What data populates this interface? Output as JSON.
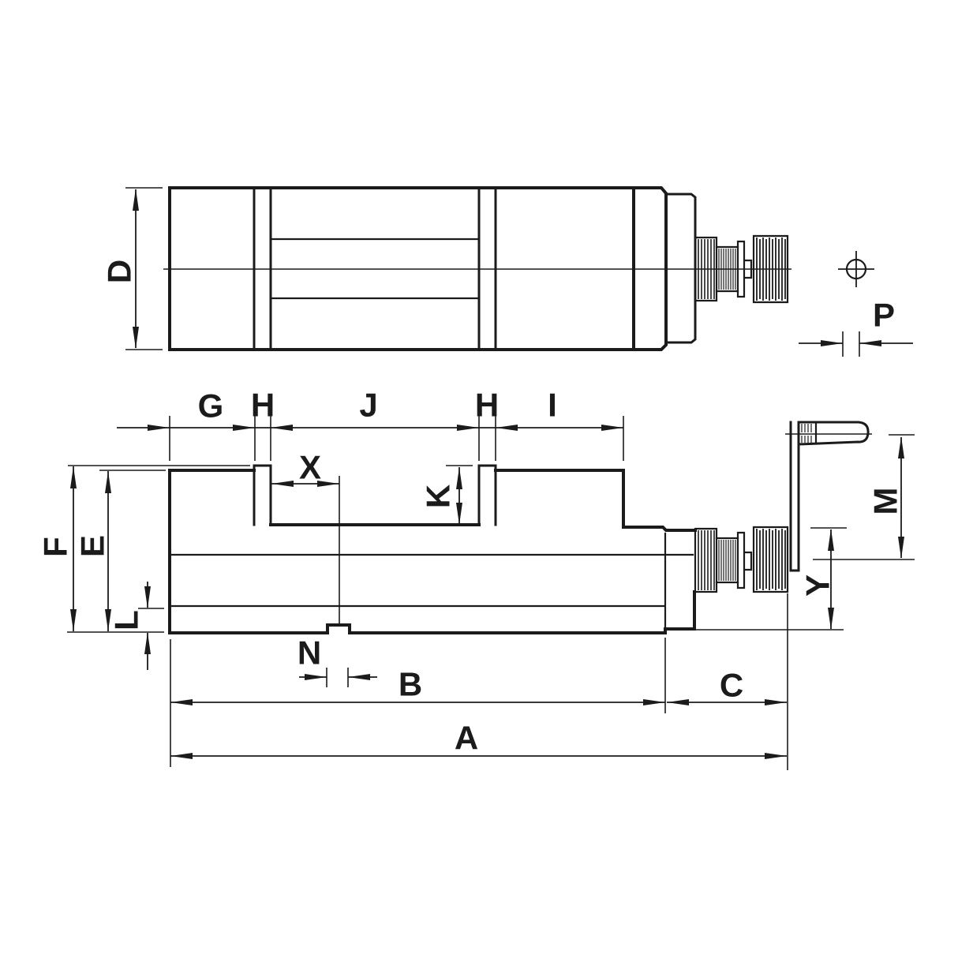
{
  "colors": {
    "ink": "#1b1b1b",
    "background": "#ffffff"
  },
  "drawing": {
    "type": "technical-dimension-drawing",
    "views": [
      "top-view",
      "side-view"
    ]
  },
  "labels": {
    "d": "D",
    "p": "P",
    "g": "G",
    "h1": "H",
    "j": "J",
    "h2": "H",
    "i": "I",
    "x": "X",
    "k": "K",
    "f": "F",
    "e": "E",
    "l": "L",
    "m": "M",
    "y": "Y",
    "n": "N",
    "b": "B",
    "c": "C",
    "a": "A"
  }
}
